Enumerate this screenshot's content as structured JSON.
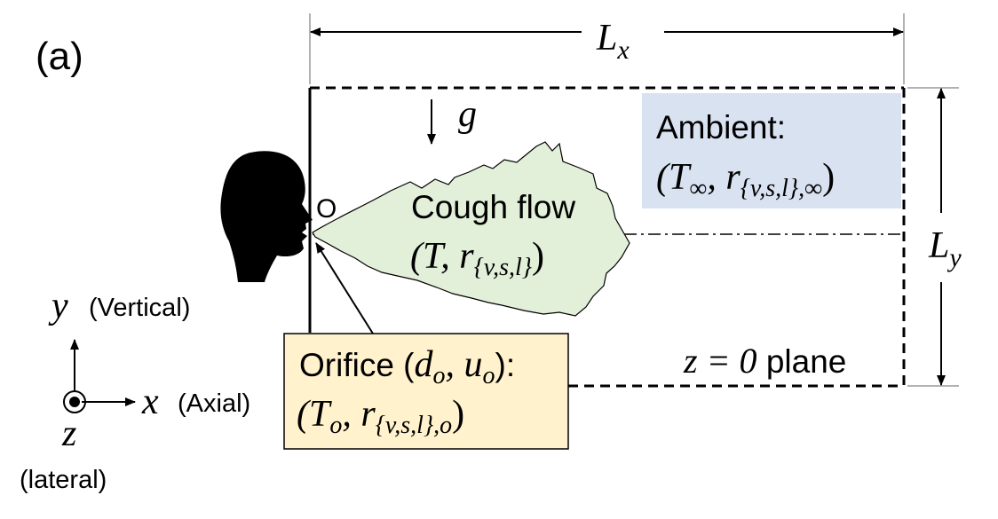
{
  "panel_label": "(a)",
  "dimensions": {
    "width_label": "L",
    "width_sub": "x",
    "height_label": "L",
    "height_sub": "y"
  },
  "gravity": {
    "symbol": "g"
  },
  "origin": {
    "label": "O"
  },
  "ambient": {
    "title": "Ambient:",
    "line2_open": "(T",
    "line2_tsub": "∞",
    "line2_comma": ", r",
    "line2_rsub": "{v,s,l},∞",
    "line2_close": ")",
    "fill_color": "#d9e2f1"
  },
  "cough": {
    "title": "Cough flow",
    "line2_open": "(T, r",
    "line2_rsub": "{v,s,l}",
    "line2_close": ")",
    "fill_color": "#e2efd9"
  },
  "orifice": {
    "title_text": "Orifice (",
    "d": "d",
    "d_sub": "o",
    "comma": ", u",
    "u_sub": "o",
    "title_close": "):",
    "line2_open": "(T",
    "line2_tsub": "o",
    "line2_comma": ", r",
    "line2_rsub": "{v,s,l},o",
    "line2_close": ")",
    "fill_color": "#fff2cc",
    "border_color": "#000000"
  },
  "plane_label": {
    "math": "z = 0",
    "text": " plane"
  },
  "axes": {
    "y_symbol": "y",
    "y_label": "(Vertical)",
    "x_symbol": "x",
    "x_label": "(Axial)",
    "z_symbol": "z",
    "z_label": "(lateral)"
  }
}
